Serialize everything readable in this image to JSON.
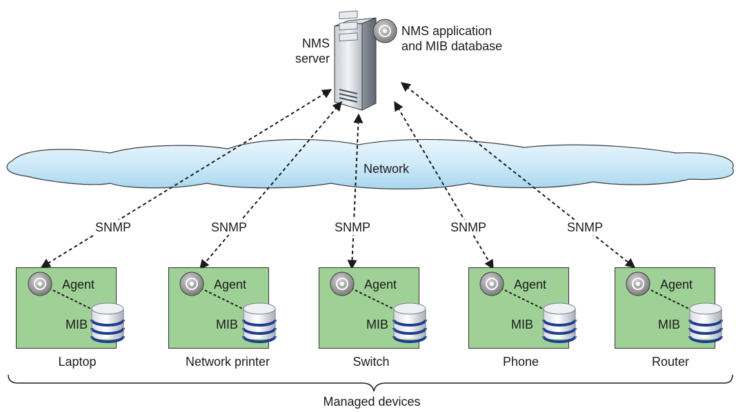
{
  "diagram": {
    "nms_server_label_line1": "NMS",
    "nms_server_label_line2": "server",
    "nms_app_label_line1": "NMS application",
    "nms_app_label_line2": "and MIB database",
    "network_label": "Network",
    "managed_devices_label": "Managed devices",
    "link_label": "SNMP",
    "agent_label": "Agent",
    "mib_label": "MIB",
    "devices": [
      {
        "name": "Laptop"
      },
      {
        "name": "Network printer"
      },
      {
        "name": "Switch"
      },
      {
        "name": "Phone"
      },
      {
        "name": "Router"
      }
    ]
  }
}
